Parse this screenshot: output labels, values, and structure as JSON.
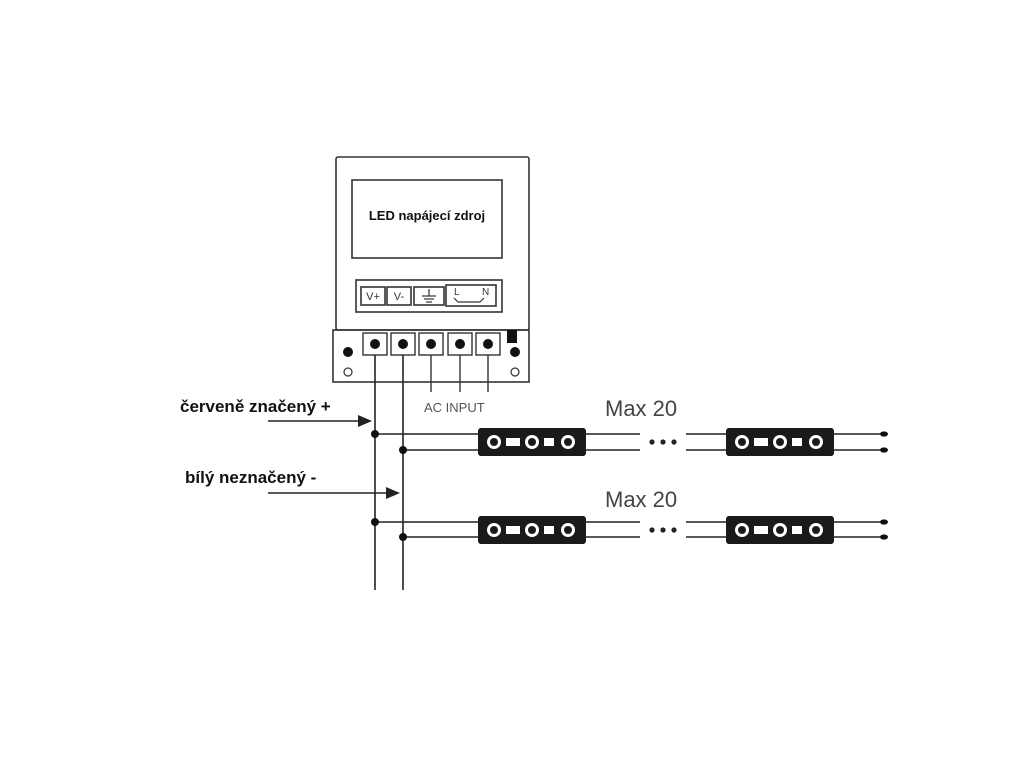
{
  "psu": {
    "label": "LED napájecí zdroj",
    "terminals": [
      "V+",
      "V-",
      "⏚",
      "L",
      "N"
    ],
    "ac_input_label": "AC INPUT"
  },
  "wires": {
    "positive_label": "červeně značený +",
    "negative_label": "bílý neznačený -"
  },
  "rows": [
    {
      "max_label": "Max 20"
    },
    {
      "max_label": "Max 20"
    }
  ],
  "colors": {
    "line": "#222222",
    "module": "#1a1a1a"
  },
  "icons": [
    "ground-icon",
    "screw-terminal-icon",
    "led-module-icon",
    "arrow-icon",
    "ellipsis-icon"
  ]
}
